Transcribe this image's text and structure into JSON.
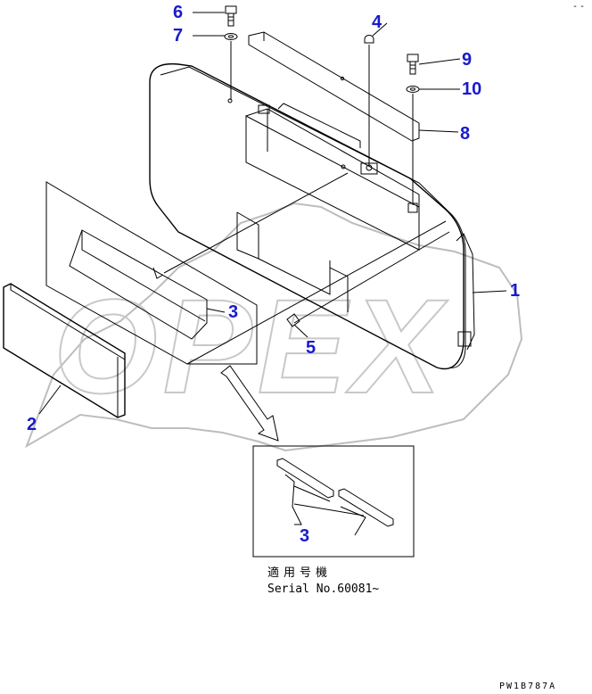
{
  "callouts": {
    "c1": "1",
    "c2": "2",
    "c3a": "3",
    "c3b": "3",
    "c4": "4",
    "c5": "5",
    "c6": "6",
    "c7": "7",
    "c8": "8",
    "c9": "9",
    "c10": "10"
  },
  "note": {
    "applicable_jp": "適用号機",
    "serial": "Serial No.60081~"
  },
  "drawing_code": "PW1B787A",
  "corner_mark": "‑‑",
  "watermark_text": "OPEX",
  "colors": {
    "callout": "#1a1acc",
    "line": "#000000",
    "watermark": "#bdbdbd"
  }
}
